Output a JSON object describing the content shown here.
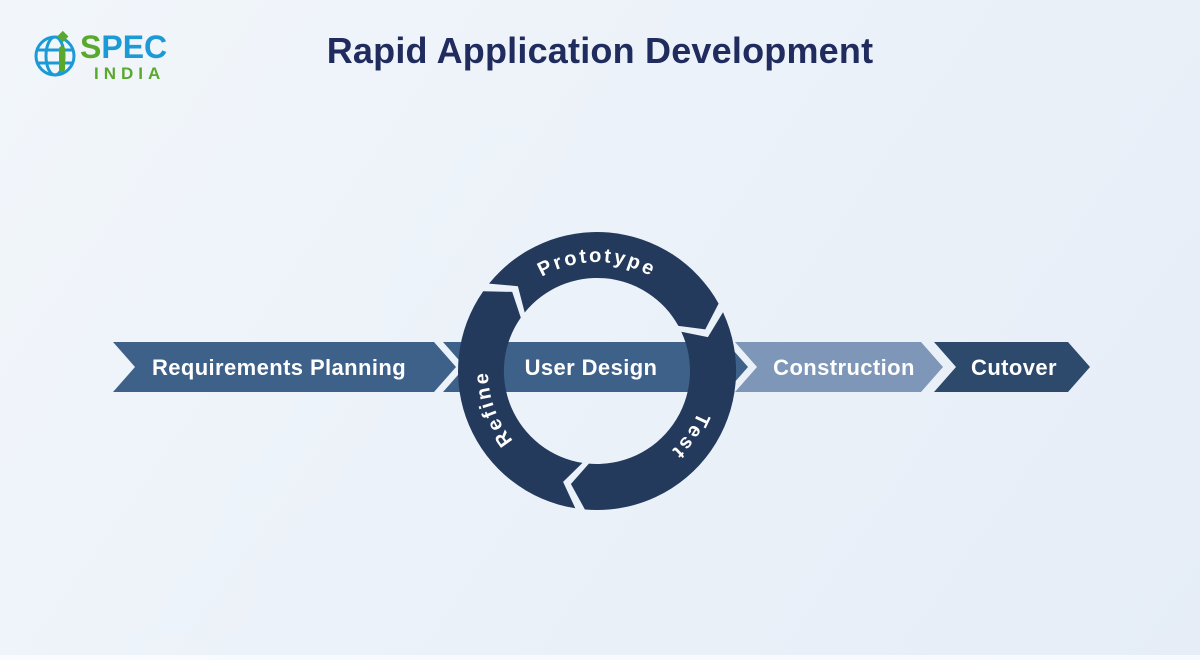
{
  "header": {
    "title": "Rapid Application Development",
    "logo": {
      "spec_s": "S",
      "spec_pec": "PEC",
      "india": "INDIA"
    }
  },
  "flow": {
    "stages": [
      {
        "id": "requirements-planning",
        "label": "Requirements Planning",
        "color": "#3e6189"
      },
      {
        "id": "user-design",
        "label": "User Design",
        "color": "#3e6189"
      },
      {
        "id": "construction",
        "label": "Construction",
        "color": "#7e97b8"
      },
      {
        "id": "cutover",
        "label": "Cutover",
        "color": "#2d4a6d"
      }
    ],
    "cycle": {
      "ring_color": "#243a5d",
      "direction": "clockwise",
      "steps": [
        {
          "id": "prototype",
          "label": "Prototype"
        },
        {
          "id": "test",
          "label": "Test"
        },
        {
          "id": "refine",
          "label": "Refine"
        }
      ]
    }
  },
  "colors": {
    "background_start": "#f2f6fb",
    "background_end": "#e6edf7",
    "title_navy": "#212c5e",
    "ring_dark_navy": "#243a5d",
    "stage_medium_blue": "#3e6189",
    "stage_light_blue": "#7e97b8",
    "stage_dark_blue": "#2d4a6d",
    "label_white": "#ffffff",
    "logo_blue": "#1b9ad6",
    "logo_green": "#58a92c"
  }
}
